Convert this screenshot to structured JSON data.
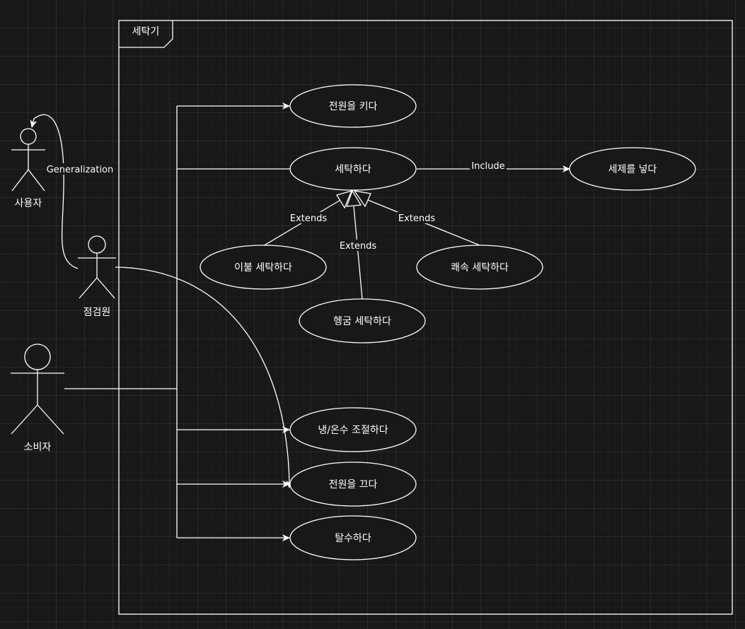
{
  "system": {
    "title": "세탁기"
  },
  "actors": {
    "user": "사용자",
    "inspector": "점검원",
    "consumer": "소비자"
  },
  "use_cases": {
    "power_on": "전원을 키다",
    "wash": "세탁하다",
    "add_detergent": "세제를 넣다",
    "blanket_wash": "이불 세탁하다",
    "rinse_wash": "헹굼 세탁하다",
    "quick_wash": "쾌속 세탁하다",
    "temp_control": "냉/온수 조절하다",
    "power_off": "전원을 끄다",
    "spin_dry": "탈수하다"
  },
  "relations": {
    "generalization": "Generalization",
    "include": "Include",
    "extends_blanket": "Extends",
    "extends_rinse": "Extends",
    "extends_quick": "Extends"
  }
}
